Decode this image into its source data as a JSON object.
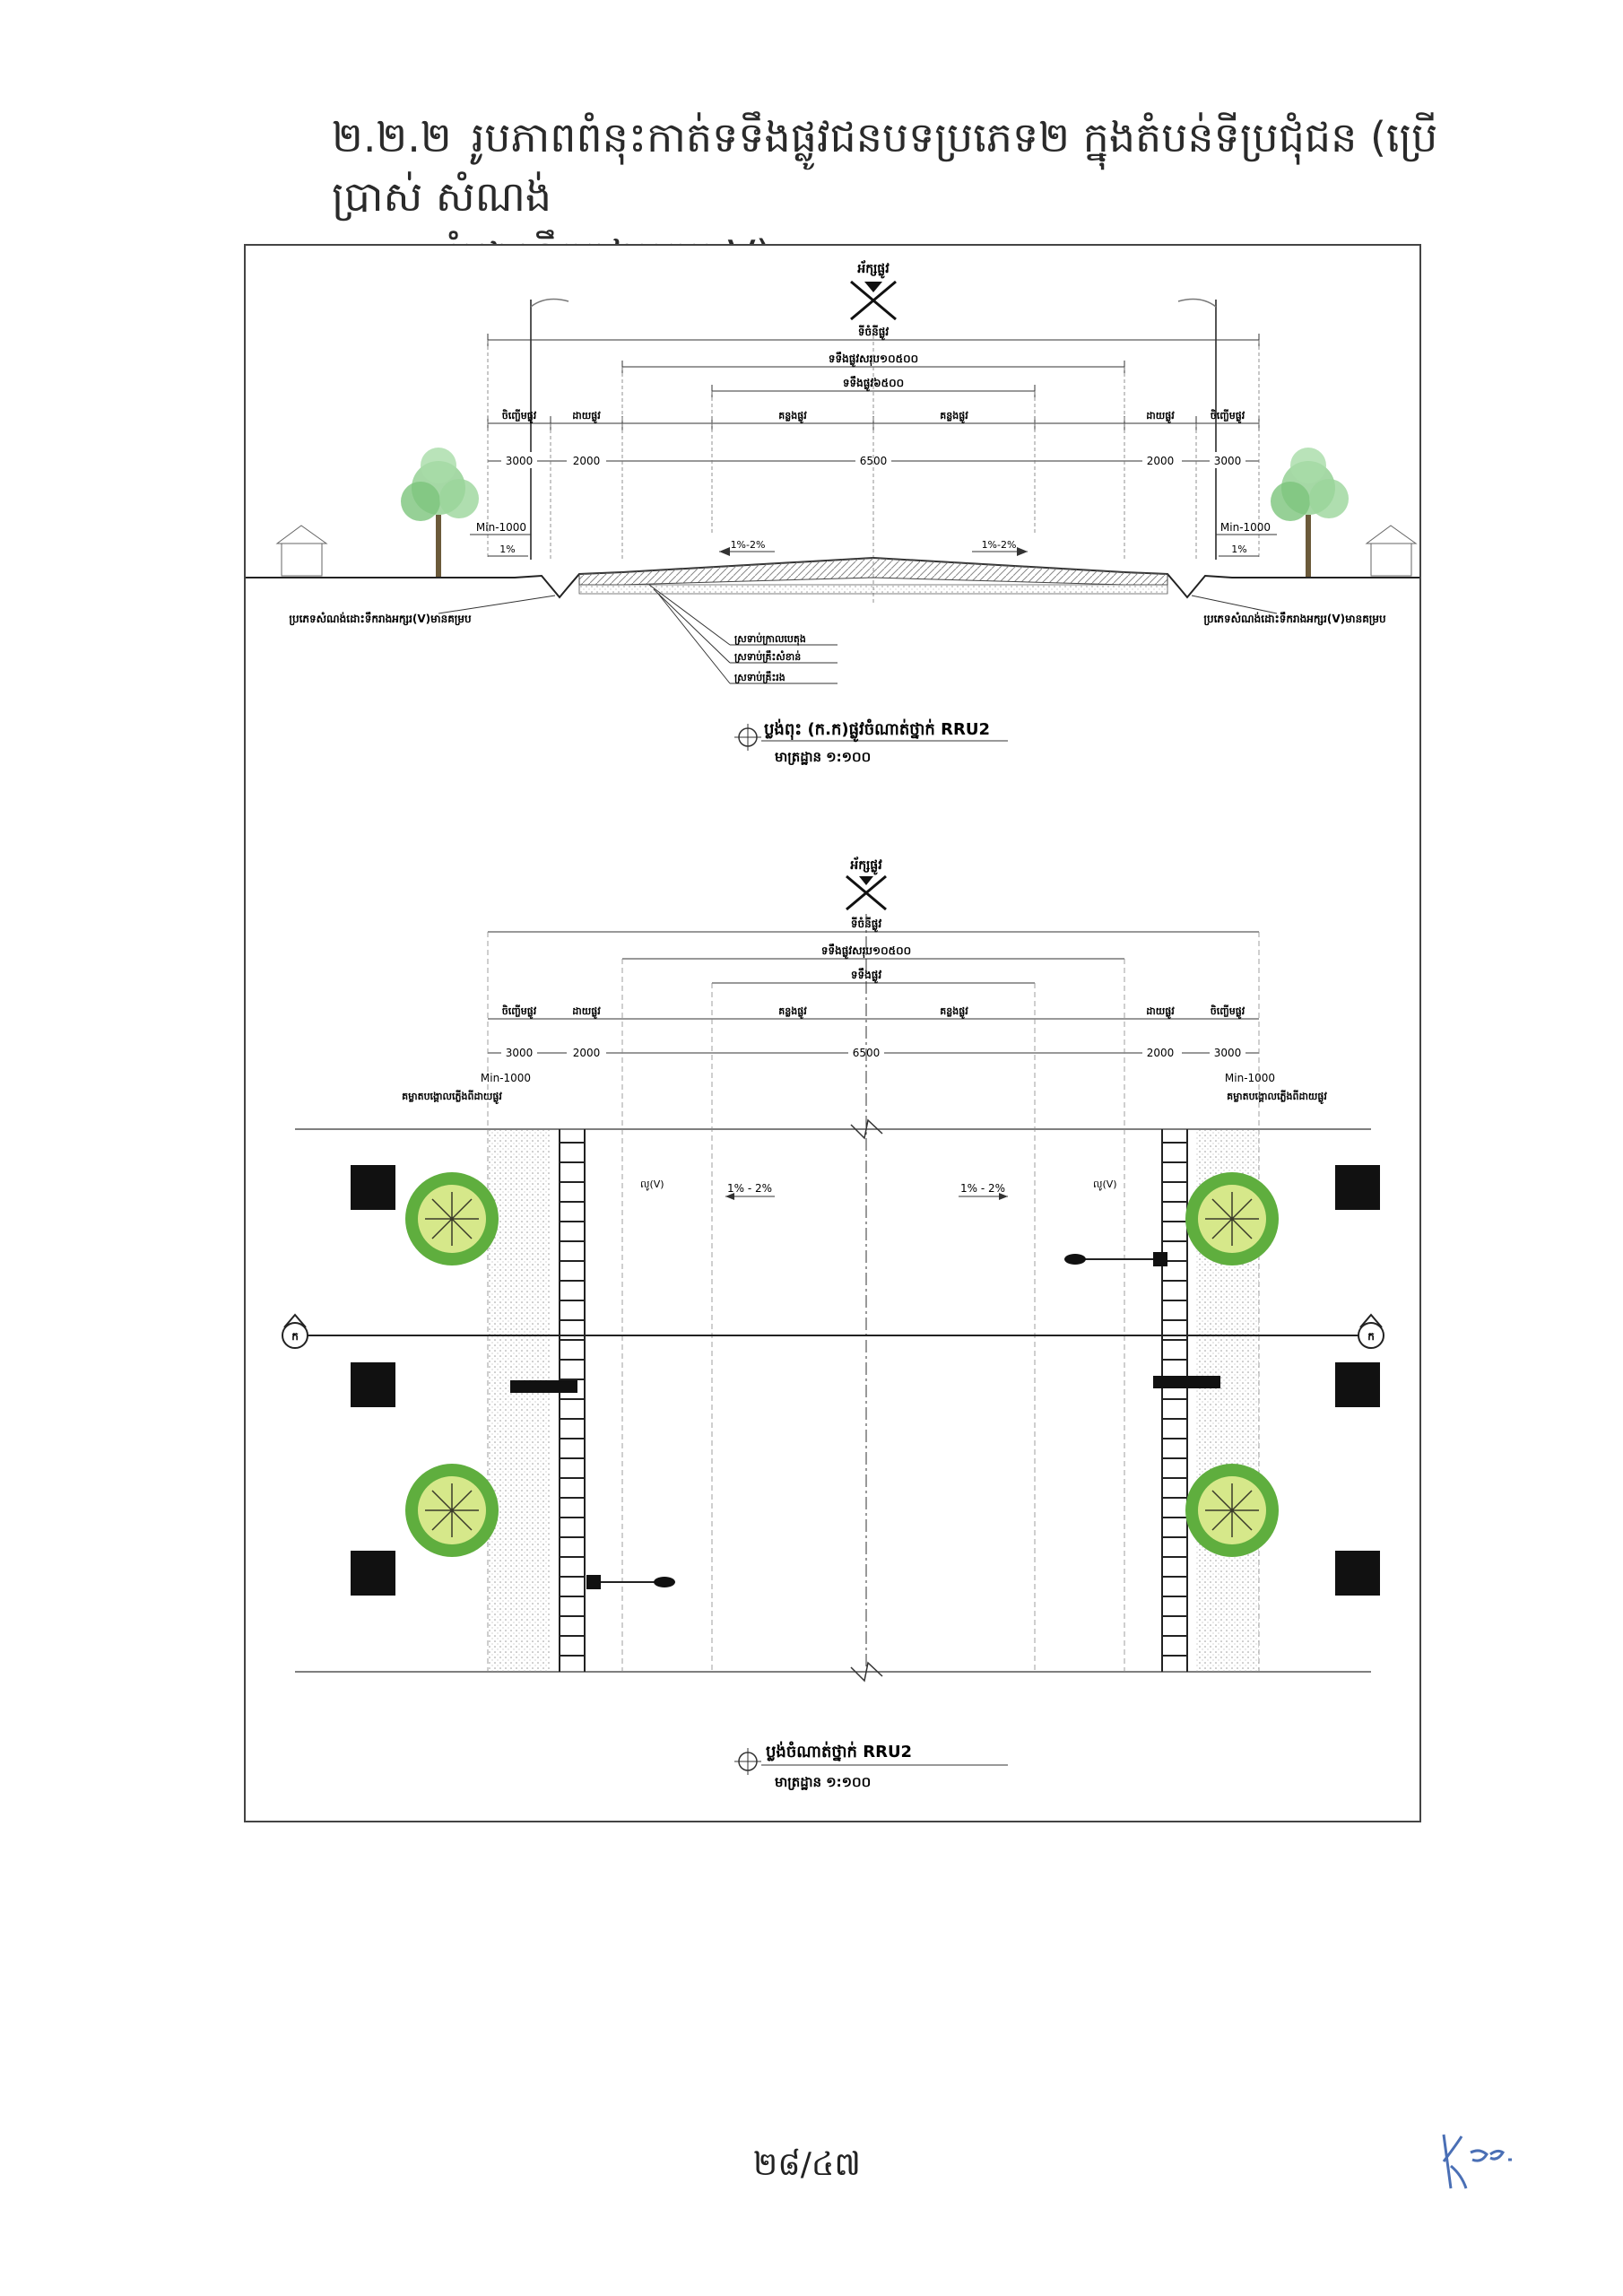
{
  "heading": {
    "number": "២.២.២",
    "line1": "រូបភាពពំនុះកាត់ទទឹងផ្លូវជនបទប្រភេទ២ ក្នុងតំបន់ទីប្រជុំជន (ប្រើប្រាស់ សំណង់",
    "line2": "រំដោះទឹករាងអក្សរ V)"
  },
  "section": {
    "north_label": "អ័ក្សផ្លូវ",
    "total_width_label": "ទីចំនីផ្លូវ",
    "paved_width_label": "ទទឹងផ្លូវសរុប១០៥០០",
    "carriageway_label": "ទទឹងផ្លូវ៦៥០០",
    "segment_labels": [
      "ចិញ្ចើមផ្លូវ",
      "ដាយផ្លូវ",
      "គន្លងផ្លូវ",
      "គន្លងផ្លូវ",
      "ដាយផ្លូវ",
      "ចិញ្ចើមផ្លូវ"
    ],
    "dims": [
      "3000",
      "2000",
      "6500",
      "2000",
      "3000"
    ],
    "min_left": "Min-1000",
    "min_right": "Min-1000",
    "slope_left": "1%",
    "slope_right": "1%",
    "camber_left": "1%-2%",
    "camber_right": "1%-2%",
    "drain_left_note": "ប្រភេទសំណង់ដោះទឹករាងអក្សរ(V)មានគម្រប",
    "drain_right_note": "ប្រភេទសំណង់ដោះទឹករាងអក្សរ(V)មានគម្រប",
    "layers": [
      "ស្រទាប់ក្រាលបេតុង",
      "ស្រទាប់គ្រឹះសំខាន់",
      "ស្រទាប់គ្រឹះរង"
    ],
    "title": "ប្លង់ពុះ (ក.ក)ផ្លូវចំណាត់ថ្នាក់ RRU2",
    "scale": "មាត្រដ្ឋាន ១:១០០"
  },
  "plan": {
    "north_label": "អ័ក្សផ្លូវ",
    "total_width_label": "ទីចំនីផ្លូវ",
    "paved_width_label": "ទទឹងផ្លូវសរុប១០៥០០",
    "carriageway_label": "ទទឹងផ្លូវ",
    "segment_labels": [
      "ចិញ្ចើមផ្លូវ",
      "ដាយផ្លូវ",
      "គន្លងផ្លូវ",
      "គន្លងផ្លូវ",
      "ដាយផ្លូវ",
      "ចិញ្ចើមផ្លូវ"
    ],
    "dims": [
      "3000",
      "2000",
      "6500",
      "2000",
      "3000"
    ],
    "min_left": "Min-1000",
    "min_right": "Min-1000",
    "light_note_left": "គម្លាតបង្គោលភ្លើងពីដាយផ្លូវ",
    "light_note_right": "គម្លាតបង្គោលភ្លើងពីដាយផ្លូវ",
    "drain_left": "លូ(V)",
    "drain_right": "លូ(V)",
    "slope_left": "1% - 2%",
    "slope_right": "1% - 2%",
    "cut_marker": "ក",
    "title": "ប្លង់ចំណាត់ថ្នាក់ RRU2",
    "scale": "មាត្រដ្ឋាន ១:១០០"
  },
  "footer": {
    "page_number": "២៨/៤៧",
    "signature": "Ky ce."
  }
}
